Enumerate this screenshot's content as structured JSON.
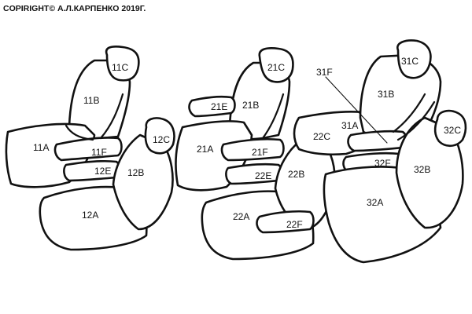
{
  "copyright": "COPIRIGHT© А.Л.КАРПЕНКО 2019Г.",
  "labels": {
    "s11C": "11C",
    "s11B": "11B",
    "s11A": "11A",
    "s11F": "11F",
    "s12E": "12E",
    "s12C": "12C",
    "s12B": "12B",
    "s12A": "12A",
    "s21C": "21C",
    "s21E": "21E",
    "s21B": "21B",
    "s21A": "21A",
    "s21F": "21F",
    "s22E": "22E",
    "s22C": "22C",
    "s22B": "22B",
    "s22A": "22A",
    "s22F": "22F",
    "s31F": "31F",
    "s31C": "31C",
    "s31B": "31B",
    "s31A": "31A",
    "s32F": "32F",
    "s32C": "32C",
    "s32B": "32B",
    "s32A": "32A"
  }
}
